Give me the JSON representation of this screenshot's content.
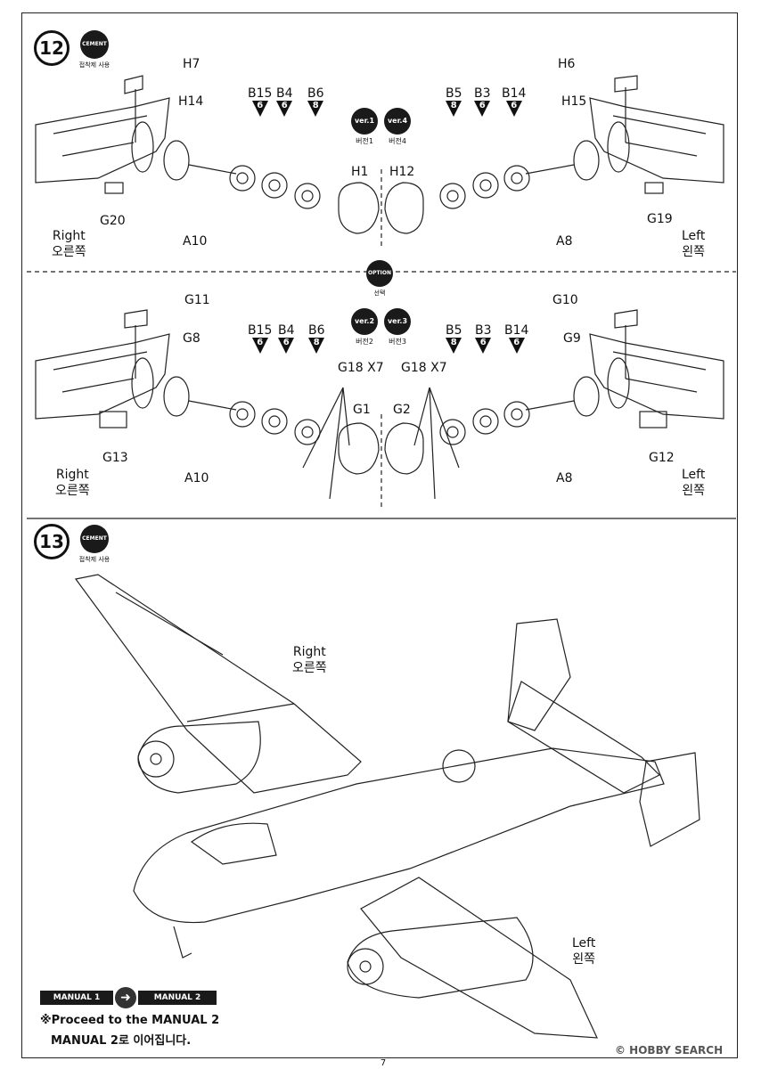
{
  "step12": {
    "number": "12",
    "cement_label": "CEMENT",
    "cement_sub": "접착제 사용",
    "top": {
      "ver_a": "ver.1",
      "ver_a_sub": "버전1",
      "ver_b": "ver.4",
      "ver_b_sub": "버전4",
      "parts_left": {
        "h7": "H7",
        "h14": "H14",
        "g20": "G20",
        "a10": "A10",
        "h1": "H1"
      },
      "parts_right": {
        "h6": "H6",
        "h15": "H15",
        "g19": "G19",
        "a8": "A8",
        "h12": "H12"
      },
      "triangles_left": [
        {
          "name": "B15",
          "num": "6"
        },
        {
          "name": "B4",
          "num": "6"
        },
        {
          "name": "B6",
          "num": "8"
        }
      ],
      "triangles_right": [
        {
          "name": "B5",
          "num": "8"
        },
        {
          "name": "B3",
          "num": "6"
        },
        {
          "name": "B14",
          "num": "6"
        }
      ],
      "right_label": "Right",
      "right_label_ko": "오른쪽",
      "left_label": "Left",
      "left_label_ko": "왼쪽"
    },
    "option_label": "OPTION",
    "option_sub": "선택",
    "bottom": {
      "ver_a": "ver.2",
      "ver_a_sub": "버전2",
      "ver_b": "ver.3",
      "ver_b_sub": "버전3",
      "parts_left": {
        "g11": "G11",
        "g8": "G8",
        "g13": "G13",
        "a10": "A10",
        "g1": "G1",
        "g18": "G18 X7"
      },
      "parts_right": {
        "g10": "G10",
        "g9": "G9",
        "g12": "G12",
        "a8": "A8",
        "g2": "G2",
        "g18": "G18 X7"
      },
      "triangles_left": [
        {
          "name": "B15",
          "num": "6"
        },
        {
          "name": "B4",
          "num": "6"
        },
        {
          "name": "B6",
          "num": "8"
        }
      ],
      "triangles_right": [
        {
          "name": "B5",
          "num": "8"
        },
        {
          "name": "B3",
          "num": "6"
        },
        {
          "name": "B14",
          "num": "6"
        }
      ],
      "right_label": "Right",
      "right_label_ko": "오른쪽",
      "left_label": "Left",
      "left_label_ko": "왼쪽"
    }
  },
  "step13": {
    "number": "13",
    "cement_label": "CEMENT",
    "cement_sub": "접착제 사용",
    "right_label": "Right",
    "right_label_ko": "오른쪽",
    "left_label": "Left",
    "left_label_ko": "왼쪽"
  },
  "manual": {
    "from": "MANUAL 1",
    "to": "MANUAL 2",
    "note_en": "※Proceed to the MANUAL 2",
    "note_ko": "MANUAL 2로 이어집니다."
  },
  "page_number": "7",
  "watermark": "© HOBBY SEARCH"
}
